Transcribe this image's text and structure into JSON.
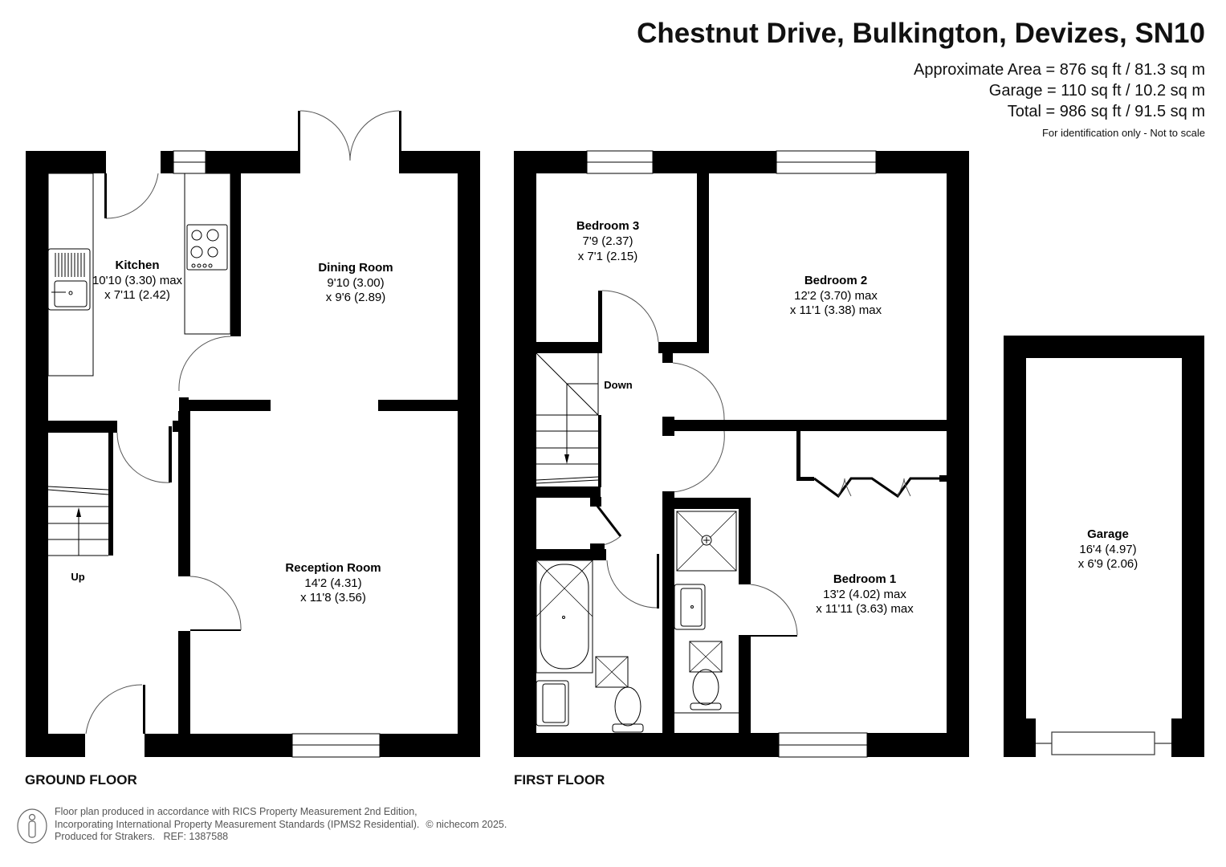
{
  "header": {
    "title": "Chestnut Drive, Bulkington, Devizes, SN10",
    "approximate_area": "Approximate Area = 876 sq ft / 81.3 sq m",
    "garage_area": "Garage = 110 sq ft / 10.2 sq m",
    "total_area": "Total = 986 sq ft / 91.5 sq m",
    "note": "For identification only - Not to scale"
  },
  "floors": {
    "ground": {
      "label": "GROUND FLOOR",
      "rooms": [
        {
          "name": "Kitchen",
          "dim1": "10'10 (3.30) max",
          "dim2": "x 7'11 (2.42)"
        },
        {
          "name": "Dining Room",
          "dim1": "9'10 (3.00)",
          "dim2": "x 9'6 (2.89)"
        },
        {
          "name": "Reception Room",
          "dim1": "14'2 (4.31)",
          "dim2": "x 11'8 (3.56)"
        }
      ],
      "stairs_label": "Up"
    },
    "first": {
      "label": "FIRST FLOOR",
      "rooms": [
        {
          "name": "Bedroom 3",
          "dim1": "7'9 (2.37)",
          "dim2": "x 7'1 (2.15)"
        },
        {
          "name": "Bedroom 2",
          "dim1": "12'2 (3.70) max",
          "dim2": "x 11'1 (3.38) max"
        },
        {
          "name": "Bedroom 1",
          "dim1": "13'2 (4.02) max",
          "dim2": "x 11'11 (3.63) max"
        }
      ],
      "stairs_label": "Down"
    },
    "garage": {
      "rooms": [
        {
          "name": "Garage",
          "dim1": "16'4 (4.97)",
          "dim2": "x 6'9 (2.06)"
        }
      ]
    }
  },
  "footer": {
    "line1": "Floor plan produced in accordance with RICS Property Measurement 2nd Edition,",
    "line2": "Incorporating International Property Measurement Standards (IPMS2 Residential).",
    "copyright": "© nichecom 2025.",
    "line3_prefix": "Produced for Strakers.",
    "ref": "REF: 1387588",
    "icon": "person-info-icon"
  }
}
